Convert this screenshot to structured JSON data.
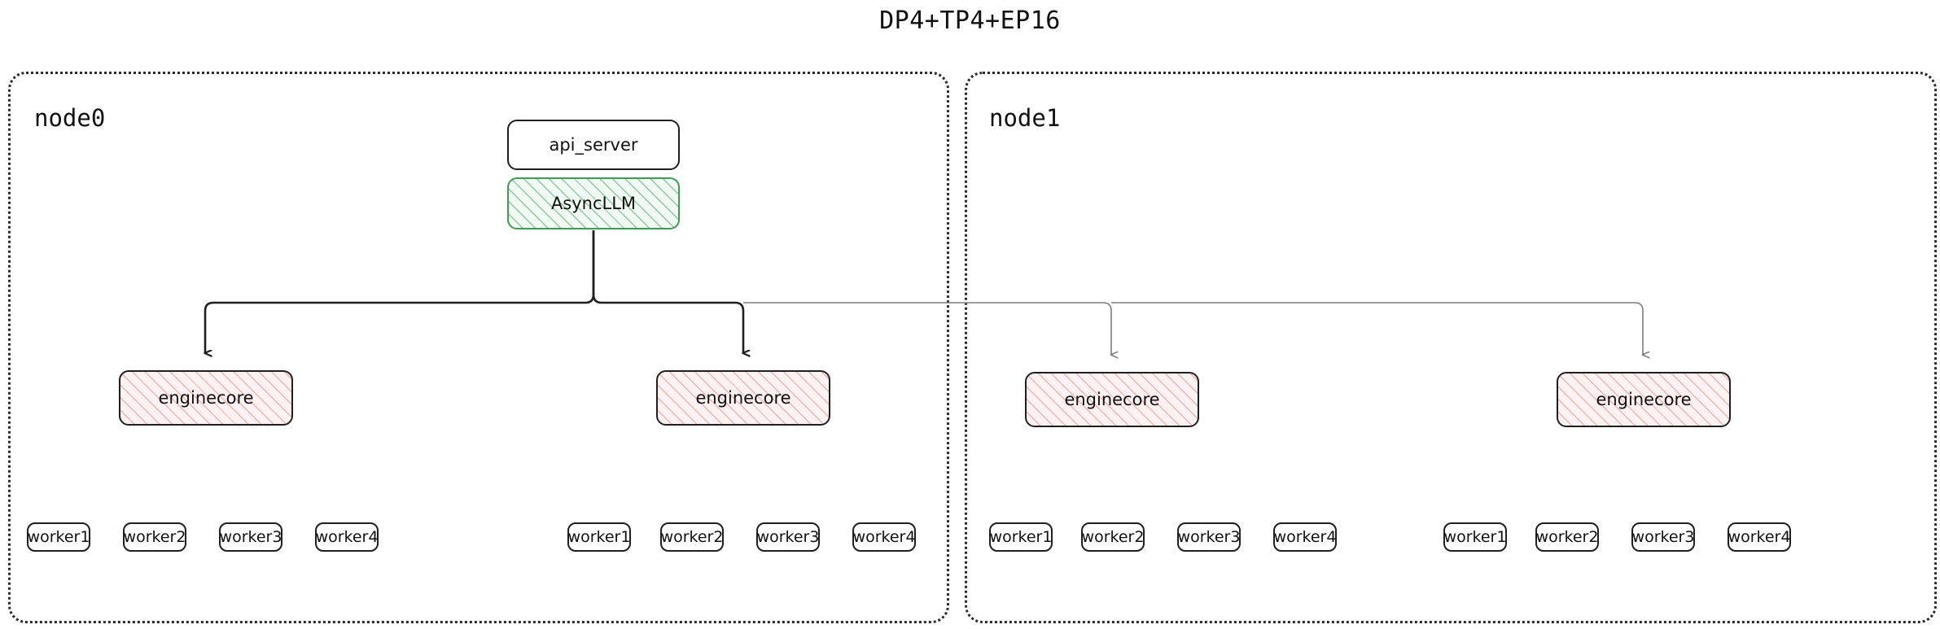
{
  "title": "DP4+TP4+EP16",
  "colors": {
    "node_border": "#2b2b2b",
    "box_border": "#1f1f1f",
    "async_llm_fill": "#f1fbf3",
    "async_llm_hatch": "#3ea056",
    "enginecore_fill": "#fdf2f2",
    "enginecore_hatch": "#e27878",
    "wire_local": "#1f1f1f",
    "wire_remote": "#7d7d7d",
    "background": "#ffffff"
  },
  "nodes": [
    {
      "id": "node0",
      "label": "node0",
      "api_server": {
        "label": "api_server"
      },
      "async_llm": {
        "label": "AsyncLLM"
      },
      "enginecores": [
        {
          "label": "enginecore",
          "workers": [
            "worker1",
            "worker2",
            "worker3",
            "worker4"
          ]
        },
        {
          "label": "enginecore",
          "workers": [
            "worker1",
            "worker2",
            "worker3",
            "worker4"
          ]
        }
      ]
    },
    {
      "id": "node1",
      "label": "node1",
      "enginecores": [
        {
          "label": "enginecore",
          "workers": [
            "worker1",
            "worker2",
            "worker3",
            "worker4"
          ]
        },
        {
          "label": "enginecore",
          "workers": [
            "worker1",
            "worker2",
            "worker3",
            "worker4"
          ]
        }
      ]
    }
  ]
}
